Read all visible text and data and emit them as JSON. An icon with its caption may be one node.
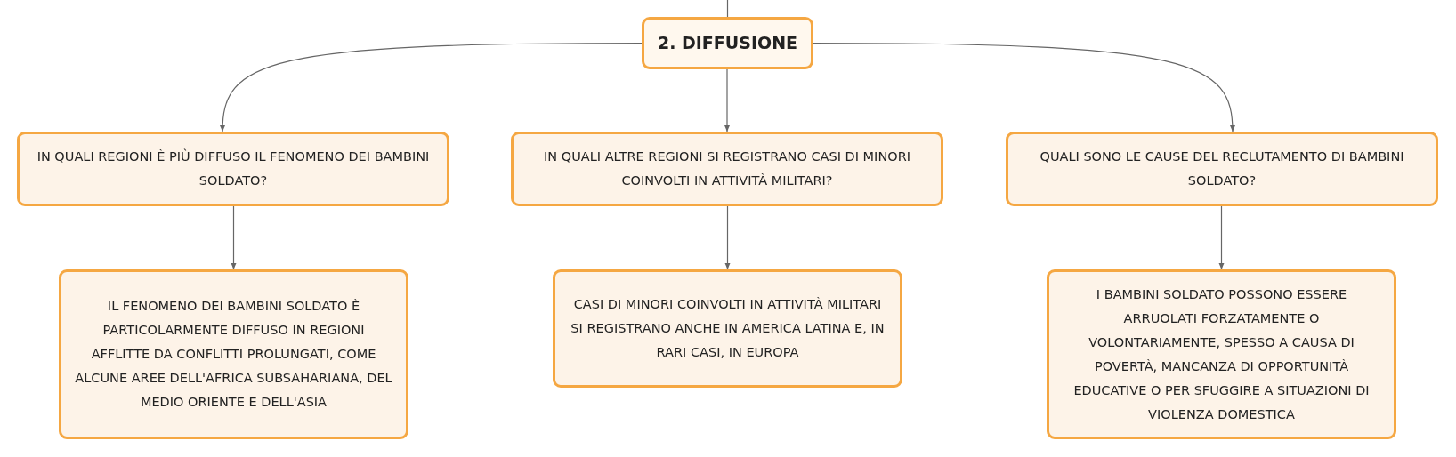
{
  "diagram": {
    "nodes": [
      {
        "text": [
          "2. DIFFUSIONE"
        ]
      },
      {
        "text": [
          "IN QUALI REGIONI È PIÙ DIFFUSO IL FENOMENO DEI BAMBINI SOLDATO?"
        ]
      },
      {
        "text": [
          "IN QUALI ALTRE REGIONI SI REGISTRANO CASI DI MINORI COINVOLTI IN ATTIVITÀ MILITARI?"
        ]
      },
      {
        "text": [
          "QUALI SONO LE CAUSE DEL RECLUTAMENTO DI BAMBINI SOLDATO?"
        ]
      },
      {
        "text": [
          "IL FENOMENO DEI BAMBINI SOLDATO È PARTICOLARMENTE DIFFUSO IN REGIONI AFFLITTE DA CONFLITTI PROLUNGATI, COME ALCUNE AREE DELL'AFRICA SUBSAHARIANA, DEL MEDIO ORIENTE E DELL'ASIA"
        ]
      },
      {
        "text": [
          "CASI DI MINORI COINVOLTI IN ATTIVITÀ MILITARI SI REGISTRANO ANCHE IN AMERICA LATINA E, IN RARI CASI, IN EUROPA"
        ]
      },
      {
        "text": [
          "I BAMBINI SOLDATO POSSONO ESSERE ARRUOLATI FORZATAMENTE O VOLONTARIAMENTE, SPESSO A CAUSA DI POVERTÀ, MANCANZA DI OPPORTUNITÀ EDUCATIVE O PER SFUGGIRE A SITUAZIONI DI VIOLENZA DOMESTICA"
        ]
      }
    ],
    "edges": [
      {
        "from": null,
        "to": 0,
        "arrow": "none"
      },
      {
        "from": 0,
        "to": 1,
        "arrow": "to"
      },
      {
        "from": 0,
        "to": 2,
        "arrow": "to"
      },
      {
        "from": 0,
        "to": 3,
        "arrow": "to"
      },
      {
        "from": 1,
        "to": 4,
        "arrow": "to"
      },
      {
        "from": 2,
        "to": 5,
        "arrow": "to"
      },
      {
        "from": 3,
        "to": 6,
        "arrow": "to"
      }
    ]
  }
}
